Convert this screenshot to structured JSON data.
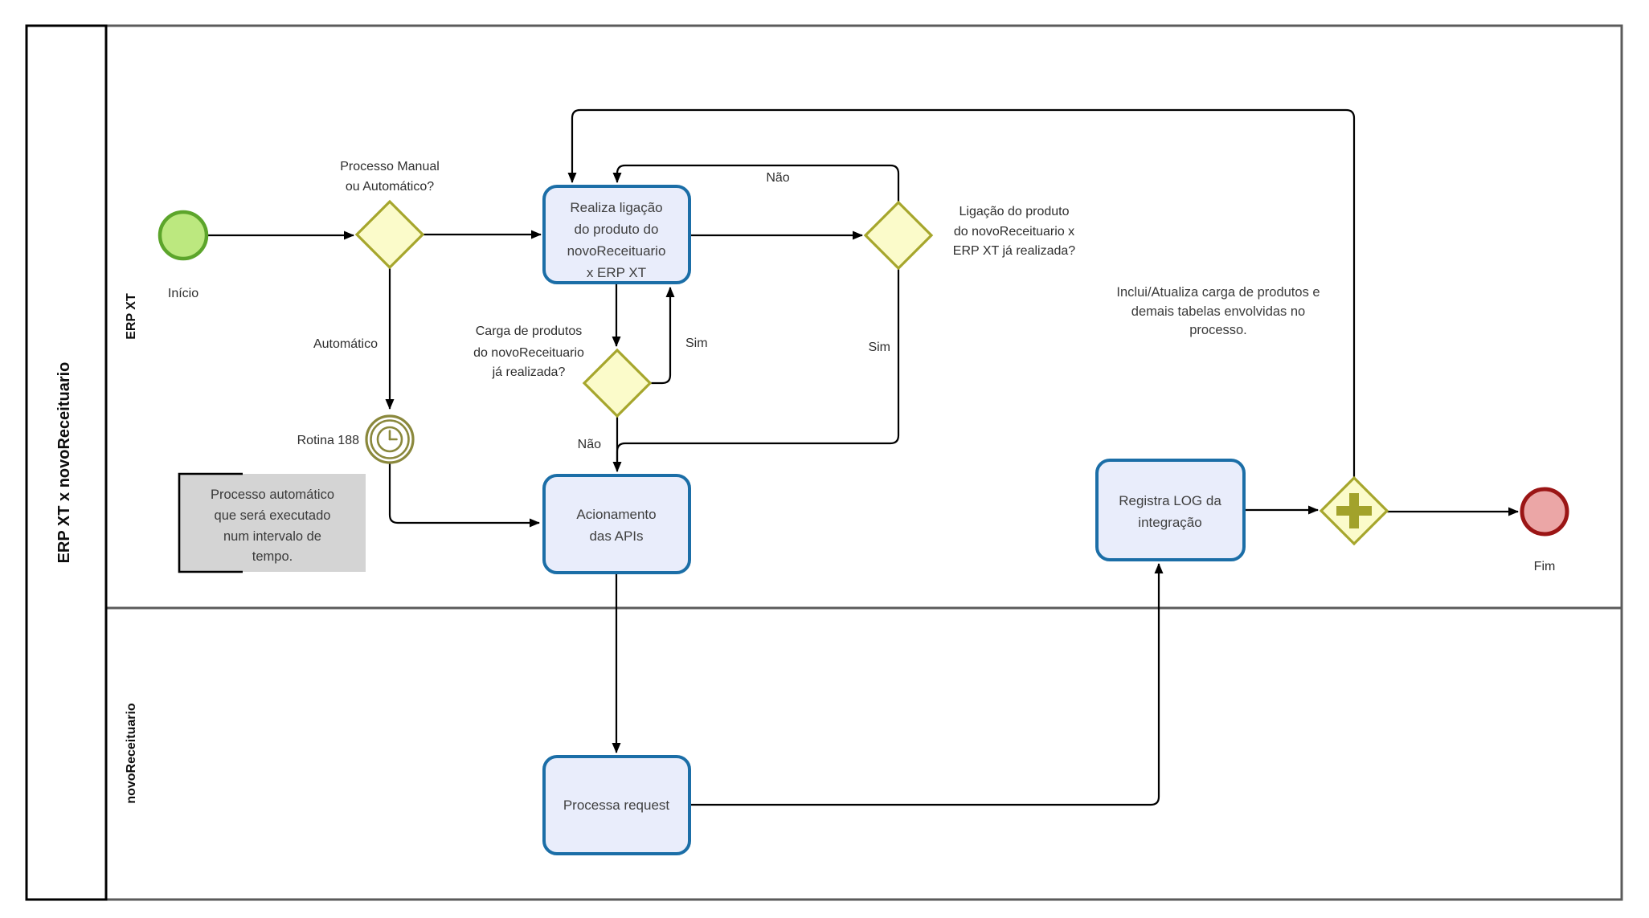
{
  "pool": {
    "title": "ERP XT x novoReceituario",
    "lanes": [
      {
        "label": "ERP XT"
      },
      {
        "label": "novoReceituario"
      }
    ]
  },
  "nodes": {
    "start_event": {
      "label": "Início"
    },
    "end_event": {
      "label": "Fim"
    },
    "timer_event": {
      "label": "Rotina 188",
      "icon": "clock-icon"
    },
    "parallel_gateway": {
      "icon": "plus-icon"
    },
    "task_realiza": {
      "lines": [
        "Realiza ligação",
        "do produto do",
        "novoReceituario",
        "x ERP XT"
      ]
    },
    "task_acionamento": {
      "lines": [
        "Acionamento",
        "das APIs"
      ]
    },
    "task_processa": {
      "lines": [
        "Processa request"
      ]
    },
    "task_registra": {
      "lines": [
        "Registra LOG da",
        "integração"
      ]
    },
    "gateway_manual_auto": {
      "label_lines": [
        "Processo Manual",
        "ou Automático?"
      ]
    },
    "gateway_carga": {
      "label_lines": [
        "Carga de produtos",
        "do novoReceituario",
        "já realizada?"
      ]
    },
    "gateway_ligacao": {
      "label_lines": [
        "Ligação do produto",
        "do novoReceituario x",
        "ERP XT já realizada?"
      ]
    }
  },
  "edge_labels": {
    "automatico": "Automático",
    "sim_carga": "Sim",
    "nao_carga": "Não",
    "sim_ligacao": "Sim",
    "nao_ligacao": "Não"
  },
  "annotations": {
    "timer_note": {
      "lines": [
        "Processo automático",
        "que será executado",
        "num intervalo de",
        "tempo."
      ]
    },
    "process_note": {
      "lines": [
        "Inclui/Atualiza carga de produtos e",
        "demais tabelas envolvidas no",
        "processo."
      ]
    }
  },
  "colors": {
    "task_fill": "#e9edfb",
    "task_border": "#1b6ea7",
    "gateway_fill": "#fbfbca",
    "gateway_border": "#a6a62c",
    "start_fill": "#bce87f",
    "start_border": "#5ca52b",
    "end_fill": "#eba6a6",
    "end_border": "#9b1515",
    "timer_stroke": "#8a883c",
    "annotation_fill": "#d4d4d4",
    "pool_border": "#000000",
    "lane_border": "#5b5b5b",
    "flow": "#000000",
    "plus_sign": "#a2a22b"
  }
}
